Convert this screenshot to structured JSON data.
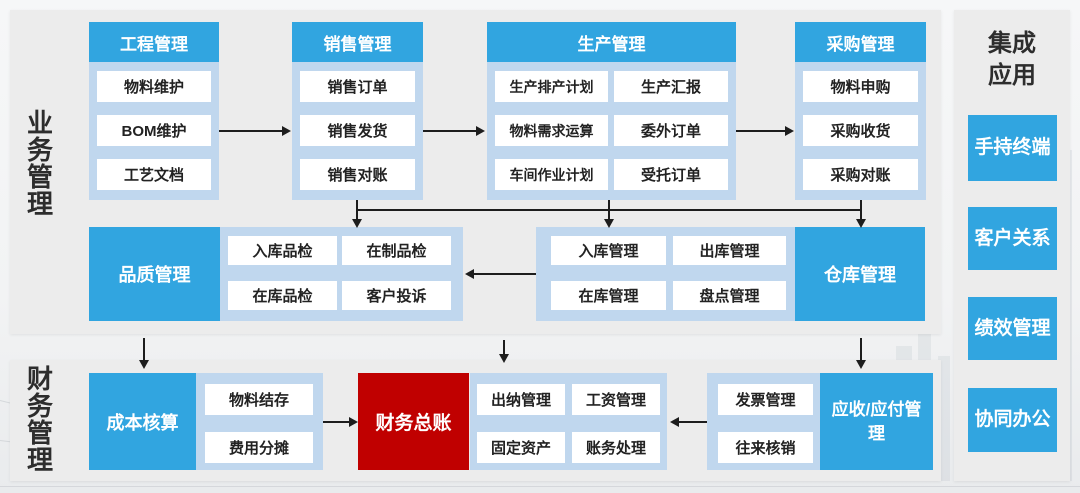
{
  "sections": {
    "business_label": "业务管理",
    "finance_label": "财务管理"
  },
  "colors": {
    "accent_blue": "#31a5e0",
    "container_blue": "#c0d7ee",
    "accent_red": "#c00000",
    "panel_gray": "#ececec",
    "arrow": "#1d1d1d"
  },
  "top_groups": [
    {
      "title": "工程管理",
      "items": [
        "物料维护",
        "BOM维护",
        "工艺文档"
      ]
    },
    {
      "title": "销售管理",
      "items": [
        "销售订单",
        "销售发货",
        "销售对账"
      ]
    },
    {
      "title": "生产管理",
      "col_left": [
        "生产排产计划",
        "物料需求运算",
        "车间作业计划"
      ],
      "col_right": [
        "生产汇报",
        "委外订单",
        "受托订单"
      ]
    },
    {
      "title": "采购管理",
      "items": [
        "物料申购",
        "采购收货",
        "采购对账"
      ]
    }
  ],
  "quality": {
    "title": "品质管理",
    "items": [
      "入库品检",
      "在制品检",
      "在库品检",
      "客户投诉"
    ]
  },
  "warehouse": {
    "title": "仓库管理",
    "items": [
      "入库管理",
      "出库管理",
      "在库管理",
      "盘点管理"
    ]
  },
  "cost": {
    "title": "成本核算",
    "items": [
      "物料结存",
      "费用分摊"
    ]
  },
  "ledger": {
    "title": "财务总账"
  },
  "cashier": {
    "items": [
      "出纳管理",
      "工资管理",
      "固定资产",
      "账务处理"
    ]
  },
  "receivable": {
    "title": "应收/应付管理",
    "items": [
      "发票管理",
      "往来核销"
    ]
  },
  "integration": {
    "title": "集成应用",
    "items": [
      "手持终端",
      "客户关系",
      "绩效管理",
      "协同办公"
    ]
  }
}
